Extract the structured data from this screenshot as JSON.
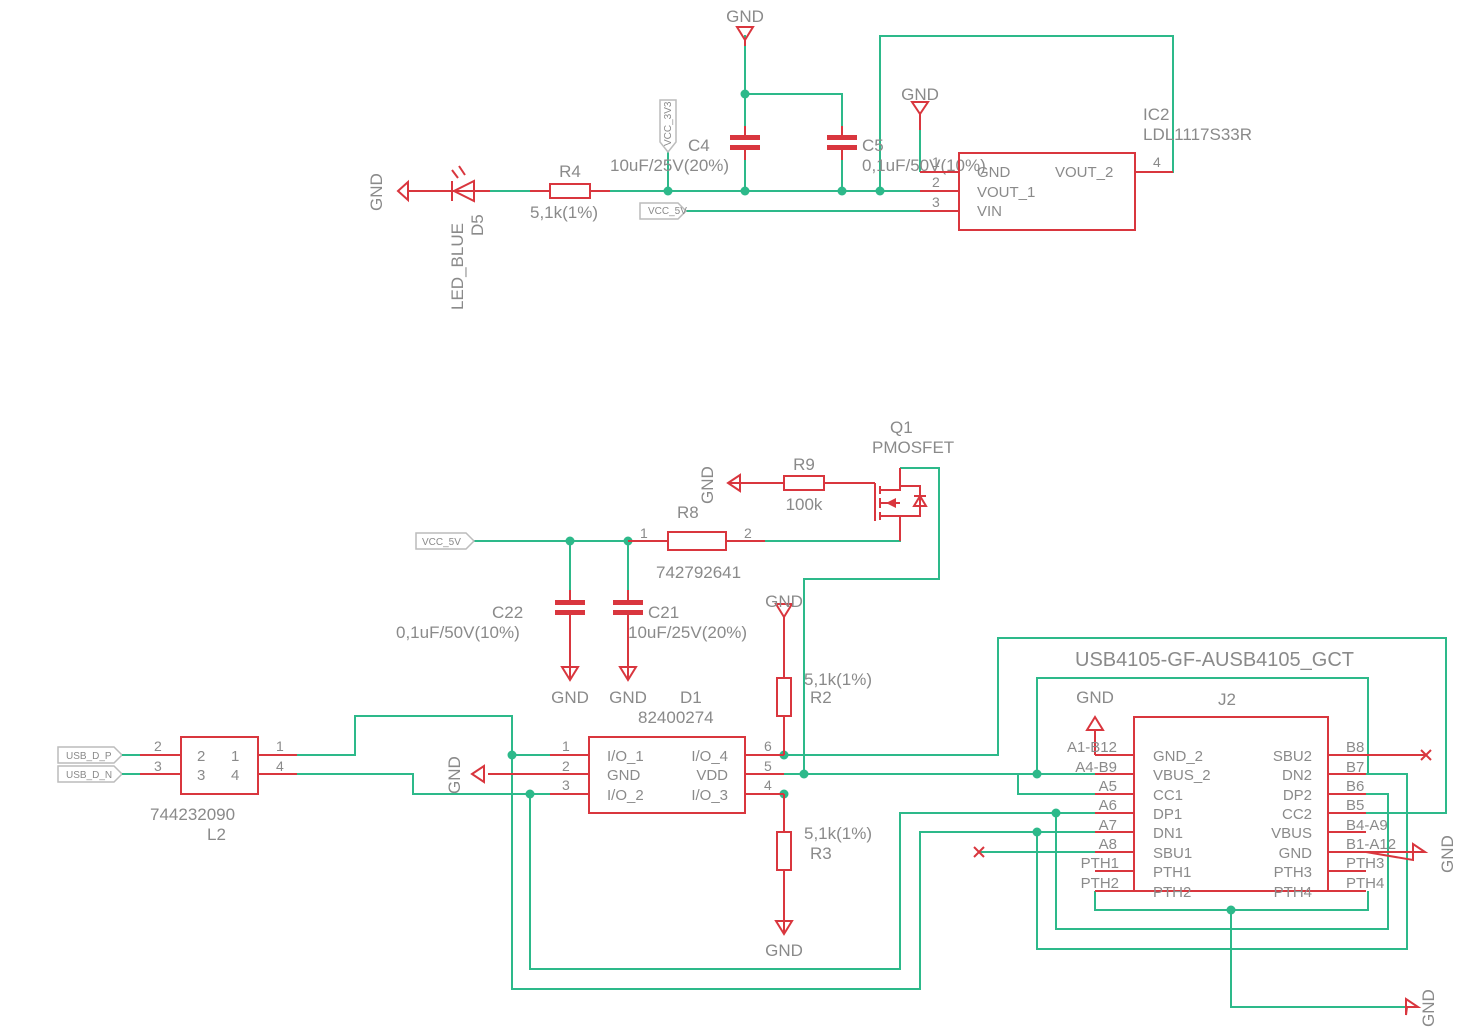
{
  "colors": {
    "wire": "#2db98a",
    "part": "#d9363e",
    "text": "#8a8a8a",
    "background": "#ffffff"
  },
  "gnd_label": "GND",
  "ports": {
    "vcc_3v3": "VCC_3V3",
    "vcc_5v": "VCC_5V",
    "usb_d_p": "USB_D_P",
    "usb_d_n": "USB_D_N"
  },
  "parts": {
    "ic2": {
      "name": "IC2",
      "value": "LDL1117S33R",
      "pins": [
        "GND",
        "VOUT_1",
        "VIN",
        "VOUT_2"
      ],
      "pin_numbers": [
        "1",
        "2",
        "3",
        "4"
      ]
    },
    "c4": {
      "name": "C4",
      "value": "10uF/25V(20%)"
    },
    "c5": {
      "name": "C5",
      "value": "0,1uF/50V(10%)"
    },
    "r4": {
      "name": "R4",
      "value": "5,1k(1%)"
    },
    "d5": {
      "name": "D5",
      "value": "LED_BLUE"
    },
    "q1": {
      "name": "Q1",
      "value": "PMOSFET"
    },
    "r9": {
      "name": "R9",
      "value": "100k"
    },
    "r8": {
      "name": "R8",
      "value": "742792641",
      "pin_numbers": [
        "1",
        "2"
      ]
    },
    "c22": {
      "name": "C22",
      "value": "0,1uF/50V(10%)"
    },
    "c21": {
      "name": "C21",
      "value": "10uF/25V(20%)"
    },
    "r2": {
      "name": "R2",
      "value": "5,1k(1%)"
    },
    "r3": {
      "name": "R3",
      "value": "5,1k(1%)"
    },
    "d1": {
      "name": "D1",
      "value": "82400274",
      "left_pins": [
        "I/O_1",
        "GND",
        "I/O_2"
      ],
      "right_pins": [
        "I/O_4",
        "VDD",
        "I/O_3"
      ],
      "left_numbers": [
        "1",
        "2",
        "3"
      ],
      "right_numbers": [
        "6",
        "5",
        "4"
      ]
    },
    "l2": {
      "name": "L2",
      "value": "744232090",
      "left_numbers": [
        "2",
        "3"
      ],
      "right_numbers": [
        "1",
        "4"
      ],
      "inner": [
        "2",
        "1",
        "3",
        "4"
      ]
    },
    "j2": {
      "name": "J2",
      "value": "USB4105-GF-AUSB4105_GCT",
      "left_outer": [
        "A1-B12",
        "A4-B9",
        "A5",
        "A6",
        "A7",
        "A8",
        "PTH1",
        "PTH2"
      ],
      "left_inner": [
        "GND_2",
        "VBUS_2",
        "CC1",
        "DP1",
        "DN1",
        "SBU1",
        "PTH1",
        "PTH2"
      ],
      "right_inner": [
        "SBU2",
        "DN2",
        "DP2",
        "CC2",
        "VBUS",
        "GND",
        "PTH3",
        "PTH4"
      ],
      "right_outer": [
        "B8",
        "B7",
        "B6",
        "B5",
        "B4-A9",
        "B1-A12",
        "PTH3",
        "PTH4"
      ]
    }
  }
}
